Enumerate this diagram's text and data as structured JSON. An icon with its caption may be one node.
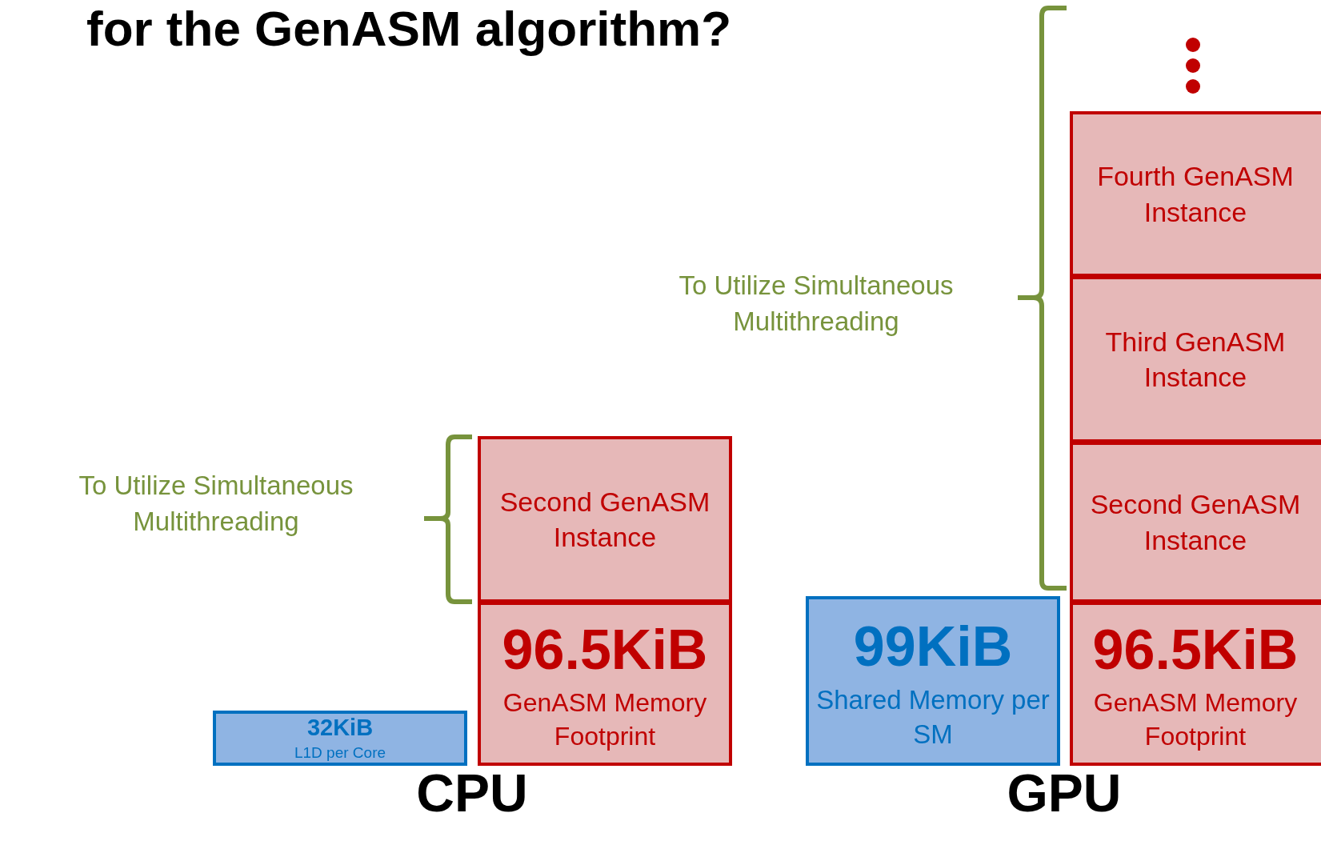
{
  "diagram": {
    "title": "for the GenASM algorithm?",
    "nodes": [
      {
        "text": [
          "Second GenASM Instance"
        ]
      },
      {
        "text": [
          "96.5KiB",
          "GenASM Memory Footprint"
        ]
      },
      {
        "text": [
          "32KiB",
          "L1D per Core"
        ]
      },
      {
        "text": [
          "99KiB",
          "Shared Memory per SM"
        ]
      },
      {
        "text": [
          "Fourth GenASM Instance"
        ]
      },
      {
        "text": [
          "Third GenASM Instance"
        ]
      },
      {
        "text": [
          "Second GenASM Instance"
        ]
      },
      {
        "text": [
          "96.5KiB",
          "GenASM Memory Footprint"
        ]
      }
    ],
    "edges": [],
    "labels": [
      "To Utilize Simultaneous Multithreading",
      "To Utilize Simultaneous Multithreading",
      "CPU",
      "GPU"
    ]
  }
}
